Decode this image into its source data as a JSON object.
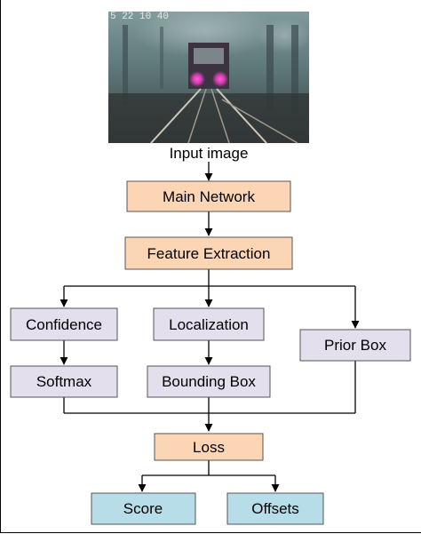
{
  "image": {
    "timestamp": "5 22 10 40",
    "caption": "Input image",
    "scene": "tunnel-with-train-photo"
  },
  "nodes": {
    "main_network": {
      "label": "Main Network",
      "color": "#FCD5B4"
    },
    "feature_extraction": {
      "label": "Feature Extraction",
      "color": "#FCD5B4"
    },
    "confidence": {
      "label": "Confidence",
      "color": "#E4DFEC"
    },
    "localization": {
      "label": "Localization",
      "color": "#E4DFEC"
    },
    "prior_box": {
      "label": "Prior Box",
      "color": "#E4DFEC"
    },
    "softmax": {
      "label": "Softmax",
      "color": "#E4DFEC"
    },
    "bounding_box": {
      "label": "Bounding Box",
      "color": "#E4DFEC"
    },
    "loss": {
      "label": "Loss",
      "color": "#FCD5B4"
    },
    "score": {
      "label": "Score",
      "color": "#B7DEE8"
    },
    "offsets": {
      "label": "Offsets",
      "color": "#B7DEE8"
    }
  },
  "edges": [
    {
      "from": "image",
      "to": "main_network"
    },
    {
      "from": "main_network",
      "to": "feature_extraction"
    },
    {
      "from": "feature_extraction",
      "to": "confidence"
    },
    {
      "from": "feature_extraction",
      "to": "localization"
    },
    {
      "from": "feature_extraction",
      "to": "prior_box"
    },
    {
      "from": "confidence",
      "to": "softmax"
    },
    {
      "from": "localization",
      "to": "bounding_box"
    },
    {
      "from": "softmax",
      "to": "loss"
    },
    {
      "from": "bounding_box",
      "to": "loss"
    },
    {
      "from": "prior_box",
      "to": "loss"
    },
    {
      "from": "loss",
      "to": "score"
    },
    {
      "from": "loss",
      "to": "offsets"
    }
  ],
  "colors": {
    "line": "#000000",
    "border": "#555555"
  }
}
